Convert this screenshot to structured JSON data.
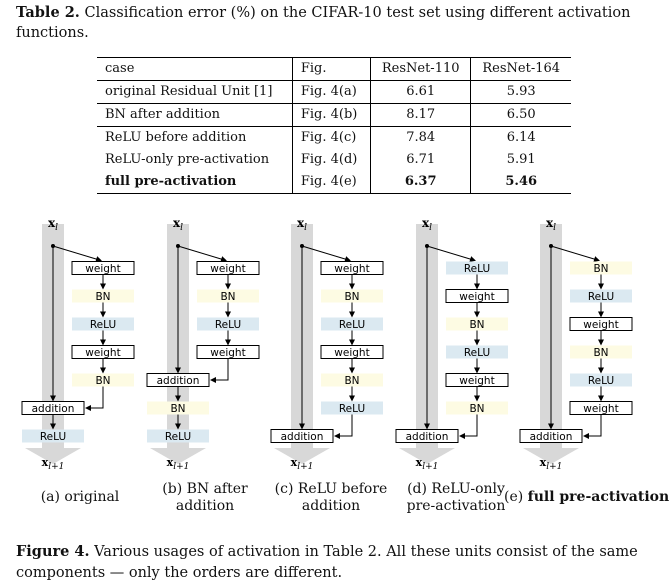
{
  "table_caption": {
    "label": "Table 2.",
    "text": "Classification error (%) on the CIFAR-10 test set using different activation functions."
  },
  "table": {
    "headers": [
      "case",
      "Fig.",
      "ResNet-110",
      "ResNet-164"
    ],
    "rows": [
      {
        "case": "original Residual Unit [1]",
        "fig": "Fig. 4(a)",
        "r110": "6.61",
        "r164": "5.93"
      },
      {
        "case": "BN after addition",
        "fig": "Fig. 4(b)",
        "r110": "8.17",
        "r164": "6.50"
      },
      {
        "case": "ReLU before addition",
        "fig": "Fig. 4(c)",
        "r110": "7.84",
        "r164": "6.14"
      },
      {
        "case": "ReLU-only pre-activation",
        "fig": "Fig. 4(d)",
        "r110": "6.71",
        "r164": "5.91"
      },
      {
        "case": "full pre-activation",
        "fig": "Fig. 4(e)",
        "r110": "6.37",
        "r164": "5.46"
      }
    ]
  },
  "diagram": {
    "input_label": "x",
    "input_subscript": "l",
    "output_label": "x",
    "output_subscript": "l+1",
    "units": [
      {
        "id": "a",
        "branch": [
          "weight",
          "BN",
          "ReLU",
          "weight",
          "BN"
        ],
        "after": [
          "addition",
          "ReLU"
        ]
      },
      {
        "id": "b",
        "branch": [
          "weight",
          "BN",
          "ReLU",
          "weight"
        ],
        "after": [
          "addition",
          "BN",
          "ReLU"
        ]
      },
      {
        "id": "c",
        "branch": [
          "weight",
          "BN",
          "ReLU",
          "weight",
          "BN",
          "ReLU"
        ],
        "after": [
          "addition"
        ]
      },
      {
        "id": "d",
        "branch": [
          "ReLU",
          "weight",
          "BN",
          "ReLU",
          "weight",
          "BN"
        ],
        "after": [
          "addition"
        ]
      },
      {
        "id": "e",
        "branch": [
          "BN",
          "ReLU",
          "weight",
          "BN",
          "ReLU",
          "weight"
        ],
        "after": [
          "addition"
        ]
      }
    ],
    "labels": {
      "a": "(a) original",
      "b_line1": "(b) BN after",
      "b_line2": "addition",
      "c_line1": "(c) ReLU before",
      "c_line2": "addition",
      "d_line1": "(d) ReLU-only",
      "d_line2": "pre-activation",
      "e_prefix": "(e)",
      "e_bold": "full pre-activation"
    },
    "colors": {
      "weight": "#ffffff",
      "BN": "#fdfbe3",
      "ReLU": "#dbe9f1",
      "addition": "#ffffff",
      "shaft": "#d8d8d8"
    }
  },
  "figure_caption": {
    "label": "Figure 4.",
    "text": "Various usages of activation in Table 2. All these units consist of the same components — only the orders are different."
  }
}
